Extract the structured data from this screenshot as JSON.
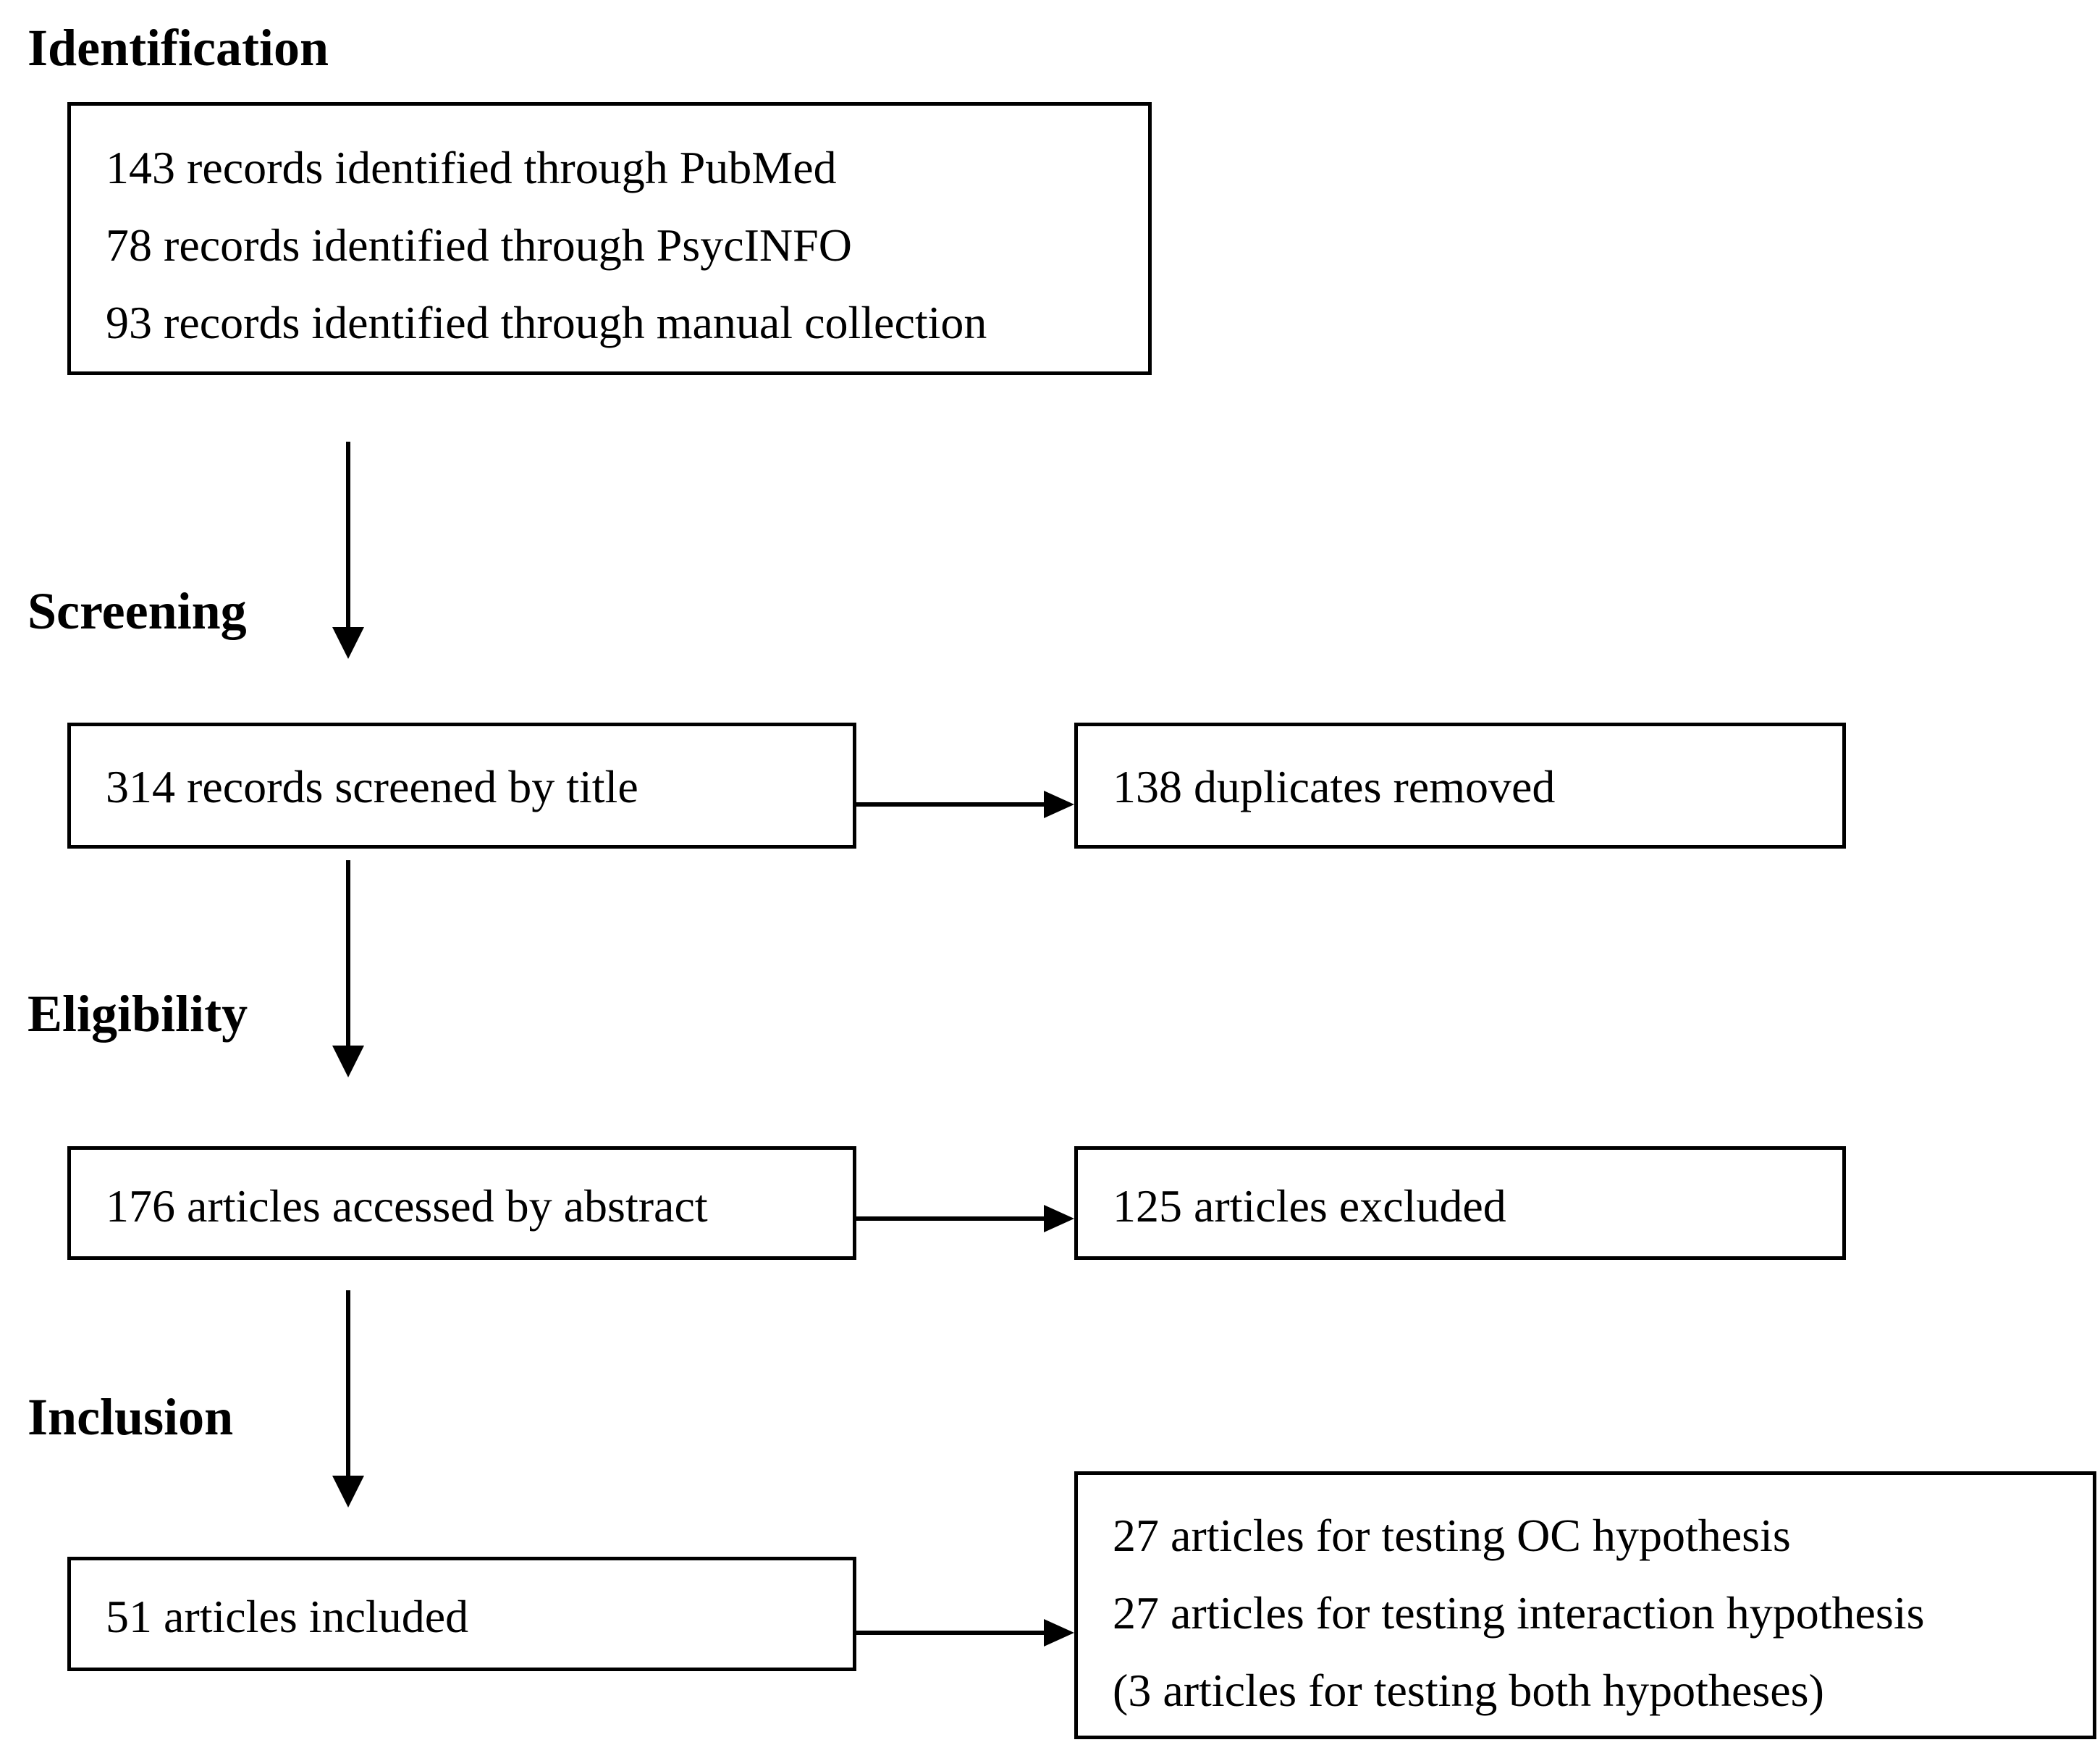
{
  "stages": {
    "identification": "Identification",
    "screening": "Screening",
    "eligibility": "Eligibility",
    "inclusion": "Inclusion"
  },
  "identification_box": {
    "lines": [
      "143 records identified through PubMed",
      "78 records identified through PsycINFO",
      "93 records identified through manual collection"
    ]
  },
  "screening_box": {
    "text": "314 records screened by title"
  },
  "duplicates_box": {
    "text": "138 duplicates removed"
  },
  "eligibility_box": {
    "text": "176 articles accessed by abstract"
  },
  "excluded_box": {
    "text": "125 articles excluded"
  },
  "inclusion_box": {
    "text": "51 articles included"
  },
  "result_box": {
    "lines": [
      "27 articles for testing OC hypothesis",
      "27 articles for testing interaction hypothesis",
      "(3 articles for testing both hypotheses)"
    ]
  }
}
